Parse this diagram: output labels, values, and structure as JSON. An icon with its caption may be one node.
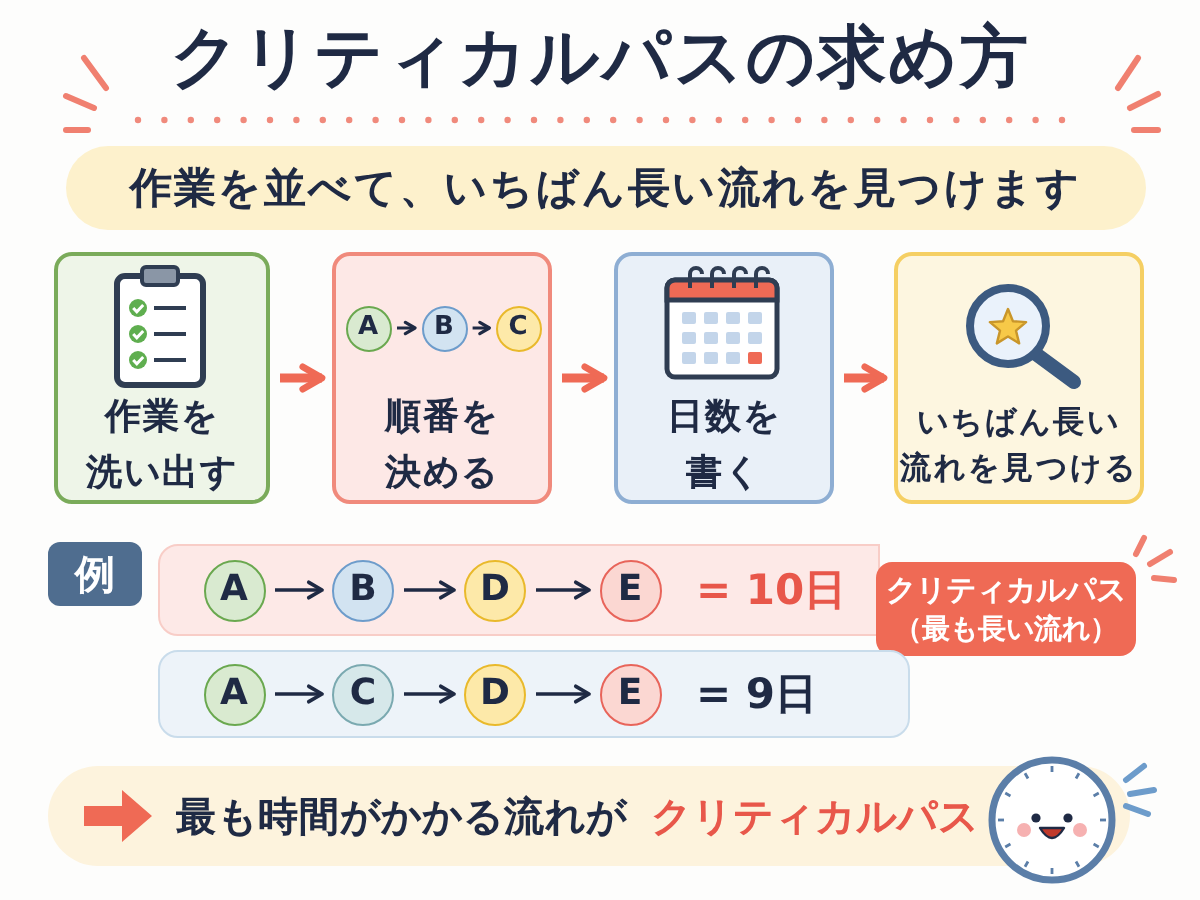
{
  "diagram": {
    "title": "クリティカルパスの求め方",
    "nodes": [
      {
        "text": [
          "作業を並べて、いちばん長い流れを見つけます"
        ]
      },
      {
        "text": [
          "作業を洗い出す"
        ]
      },
      {
        "text": [
          "順番を決める"
        ]
      },
      {
        "text": [
          "A"
        ],
        "in": 2
      },
      {
        "text": [
          "B"
        ],
        "in": 2
      },
      {
        "text": [
          "C"
        ],
        "in": 2
      },
      {
        "text": [
          "日数を書く"
        ]
      },
      {
        "text": [
          "いちばん長い流れを見つける"
        ]
      },
      {
        "text": [
          "例"
        ]
      },
      {
        "text": [
          "= 10日"
        ]
      },
      {
        "text": [
          "A"
        ],
        "in": 9
      },
      {
        "text": [
          "B"
        ],
        "in": 9
      },
      {
        "text": [
          "D"
        ],
        "in": 9
      },
      {
        "text": [
          "E"
        ],
        "in": 9
      },
      {
        "text": [
          "クリティカルパス",
          "（最も長い流れ）"
        ]
      },
      {
        "text": [
          "= 9日"
        ]
      },
      {
        "text": [
          "A"
        ],
        "in": 15
      },
      {
        "text": [
          "C"
        ],
        "in": 15
      },
      {
        "text": [
          "D"
        ],
        "in": 15
      },
      {
        "text": [
          "E"
        ],
        "in": 15
      },
      {
        "text": [
          "最も時間がかかる流れが",
          "クリティカルパス"
        ]
      }
    ],
    "edges": [
      {
        "from": 1,
        "to": 2,
        "arrow": "to",
        "style": "thick",
        "color": "#ef6a55"
      },
      {
        "from": 3,
        "to": 4,
        "arrow": "to"
      },
      {
        "from": 4,
        "to": 5,
        "arrow": "to"
      },
      {
        "from": 2,
        "to": 6,
        "arrow": "to",
        "style": "thick",
        "color": "#ef6a55"
      },
      {
        "from": 6,
        "to": 7,
        "arrow": "to",
        "style": "thick",
        "color": "#ef6a55"
      },
      {
        "from": 10,
        "to": 11,
        "arrow": "to"
      },
      {
        "from": 11,
        "to": 12,
        "arrow": "to"
      },
      {
        "from": 12,
        "to": 13,
        "arrow": "to"
      },
      {
        "from": 16,
        "to": 17,
        "arrow": "to"
      },
      {
        "from": 17,
        "to": 18,
        "arrow": "to"
      },
      {
        "from": 18,
        "to": 19,
        "arrow": "to"
      }
    ]
  }
}
